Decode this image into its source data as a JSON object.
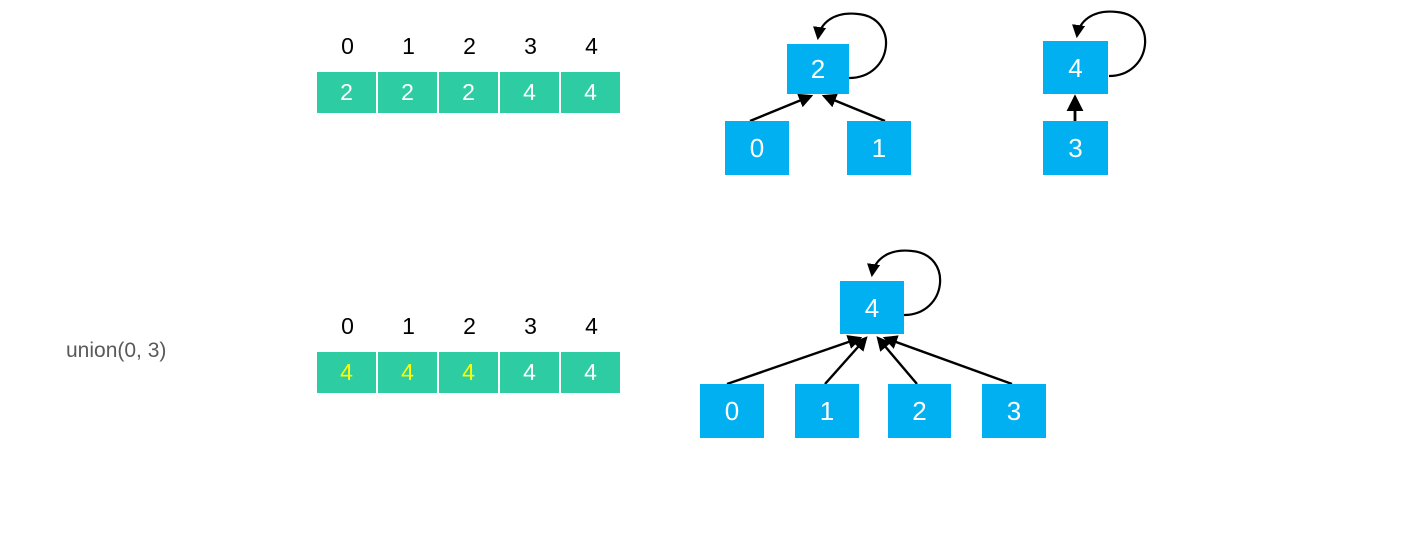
{
  "colors": {
    "array_fill": "#2ECCA2",
    "node_fill": "#00B0F0",
    "array_text": "#ffffff",
    "array_text_highlight": "#FFFF00",
    "node_text": "#ffffff",
    "index_text": "#000000",
    "label_text": "#595959",
    "edge": "#000000",
    "background": "#ffffff"
  },
  "steps": [
    {
      "label": "",
      "array": {
        "indices": [
          "0",
          "1",
          "2",
          "3",
          "4"
        ],
        "values": [
          "2",
          "2",
          "2",
          "4",
          "4"
        ],
        "highlighted": [
          false,
          false,
          false,
          false,
          false
        ]
      },
      "forests": [
        {
          "root": {
            "label": "2",
            "self_loop": true
          },
          "children": [
            {
              "label": "0"
            },
            {
              "label": "1"
            }
          ]
        },
        {
          "root": {
            "label": "4",
            "self_loop": true
          },
          "children": [
            {
              "label": "3"
            }
          ]
        }
      ]
    },
    {
      "label": "union(0, 3)",
      "array": {
        "indices": [
          "0",
          "1",
          "2",
          "3",
          "4"
        ],
        "values": [
          "4",
          "4",
          "4",
          "4",
          "4"
        ],
        "highlighted": [
          true,
          true,
          true,
          false,
          false
        ]
      },
      "forests": [
        {
          "root": {
            "label": "4",
            "self_loop": true
          },
          "children": [
            {
              "label": "0"
            },
            {
              "label": "1"
            },
            {
              "label": "2"
            },
            {
              "label": "3"
            }
          ]
        }
      ]
    }
  ]
}
